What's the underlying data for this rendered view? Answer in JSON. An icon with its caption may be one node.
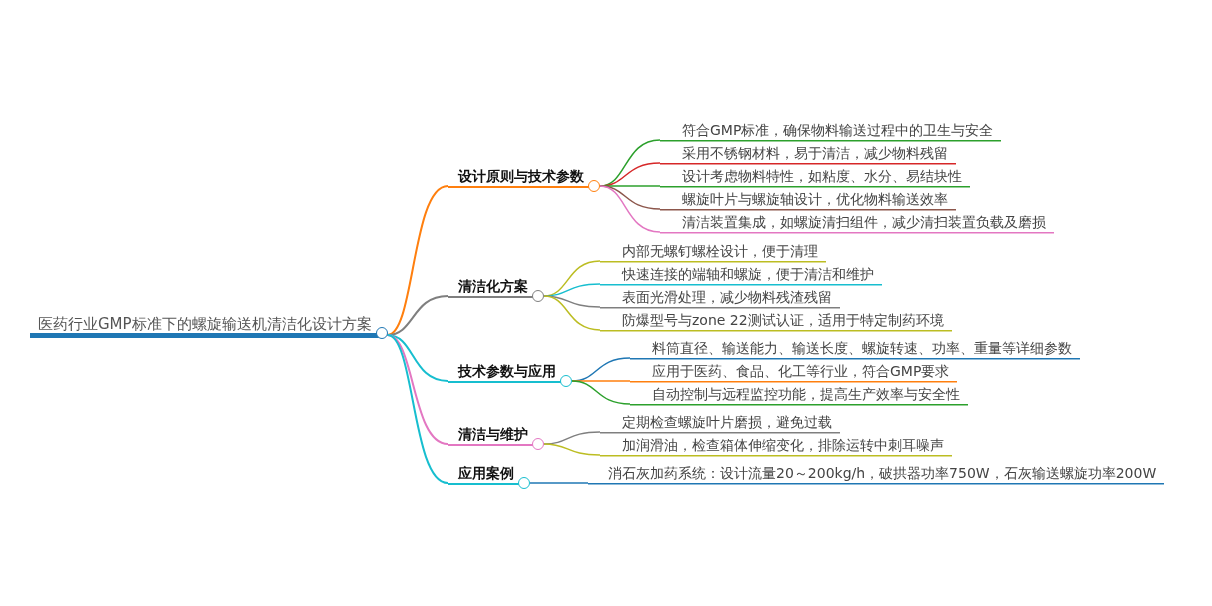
{
  "diagram": {
    "nodes": [
      {
        "text": [
          "医药行业GMP标准下的螺旋输送机清洁化设计方案"
        ]
      },
      {
        "text": [
          "设计原则与技术参数"
        ]
      },
      {
        "text": [
          "符合GMP标准，确保物料输送过程中的卫生与安全"
        ]
      },
      {
        "text": [
          "采用不锈钢材料，易于清洁，减少物料残留"
        ]
      },
      {
        "text": [
          "设计考虑物料特性，如粘度、水分、易结块性"
        ]
      },
      {
        "text": [
          "螺旋叶片与螺旋轴设计，优化物料输送效率"
        ]
      },
      {
        "text": [
          "清洁装置集成，如螺旋清扫组件，减少清扫装置负载及磨损"
        ]
      },
      {
        "text": [
          "清洁化方案"
        ]
      },
      {
        "text": [
          "内部无螺钉螺栓设计，便于清理"
        ]
      },
      {
        "text": [
          "快速连接的端轴和螺旋，便于清洁和维护"
        ]
      },
      {
        "text": [
          "表面光滑处理，减少物料残渣残留"
        ]
      },
      {
        "text": [
          "防爆型号与zone 22测试认证，适用于特定制药环境"
        ]
      },
      {
        "text": [
          "技术参数与应用"
        ]
      },
      {
        "text": [
          "料筒直径、输送能力、输送长度、螺旋转速、功率、重量等详细参数"
        ]
      },
      {
        "text": [
          "应用于医药、食品、化工等行业，符合GMP要求"
        ]
      },
      {
        "text": [
          "自动控制与远程监控功能，提高生产效率与安全性"
        ]
      },
      {
        "text": [
          "清洁与维护"
        ]
      },
      {
        "text": [
          "定期检查螺旋叶片磨损，避免过载"
        ]
      },
      {
        "text": [
          "加润滑油，检查箱体伸缩变化，排除运转中刺耳噪声"
        ]
      },
      {
        "text": [
          "应用案例"
        ]
      },
      {
        "text": [
          "消石灰加药系统：设计流量20～200kg/h，破拱器功率750W，石灰输送螺旋功率200W"
        ]
      }
    ],
    "edges": [
      {
        "from": 0,
        "to": 1,
        "arrow": "none",
        "color": "#ff7f0e"
      },
      {
        "from": 1,
        "to": 2,
        "arrow": "none",
        "color": "#2ca02c"
      },
      {
        "from": 1,
        "to": 3,
        "arrow": "none",
        "color": "#d62728"
      },
      {
        "from": 1,
        "to": 4,
        "arrow": "none",
        "color": "#2ca02c"
      },
      {
        "from": 1,
        "to": 5,
        "arrow": "none",
        "color": "#8c564b"
      },
      {
        "from": 1,
        "to": 6,
        "arrow": "none",
        "color": "#e377c2"
      },
      {
        "from": 0,
        "to": 7,
        "arrow": "none",
        "color": "#7f7f7f"
      },
      {
        "from": 7,
        "to": 8,
        "arrow": "none",
        "color": "#bcbd22"
      },
      {
        "from": 7,
        "to": 9,
        "arrow": "none",
        "color": "#17becf"
      },
      {
        "from": 7,
        "to": 10,
        "arrow": "none",
        "color": "#7f7f7f"
      },
      {
        "from": 7,
        "to": 11,
        "arrow": "none",
        "color": "#bcbd22"
      },
      {
        "from": 0,
        "to": 12,
        "arrow": "none",
        "color": "#17becf"
      },
      {
        "from": 12,
        "to": 13,
        "arrow": "none",
        "color": "#1f77b4"
      },
      {
        "from": 12,
        "to": 14,
        "arrow": "none",
        "color": "#ff7f0e"
      },
      {
        "from": 12,
        "to": 15,
        "arrow": "none",
        "color": "#2ca02c"
      },
      {
        "from": 0,
        "to": 16,
        "arrow": "none",
        "color": "#e377c2"
      },
      {
        "from": 16,
        "to": 17,
        "arrow": "none",
        "color": "#7f7f7f"
      },
      {
        "from": 16,
        "to": 18,
        "arrow": "none",
        "color": "#bcbd22"
      },
      {
        "from": 0,
        "to": 19,
        "arrow": "none",
        "color": "#17becf"
      },
      {
        "from": 19,
        "to": 20,
        "arrow": "none",
        "color": "#1f77b4"
      }
    ]
  }
}
